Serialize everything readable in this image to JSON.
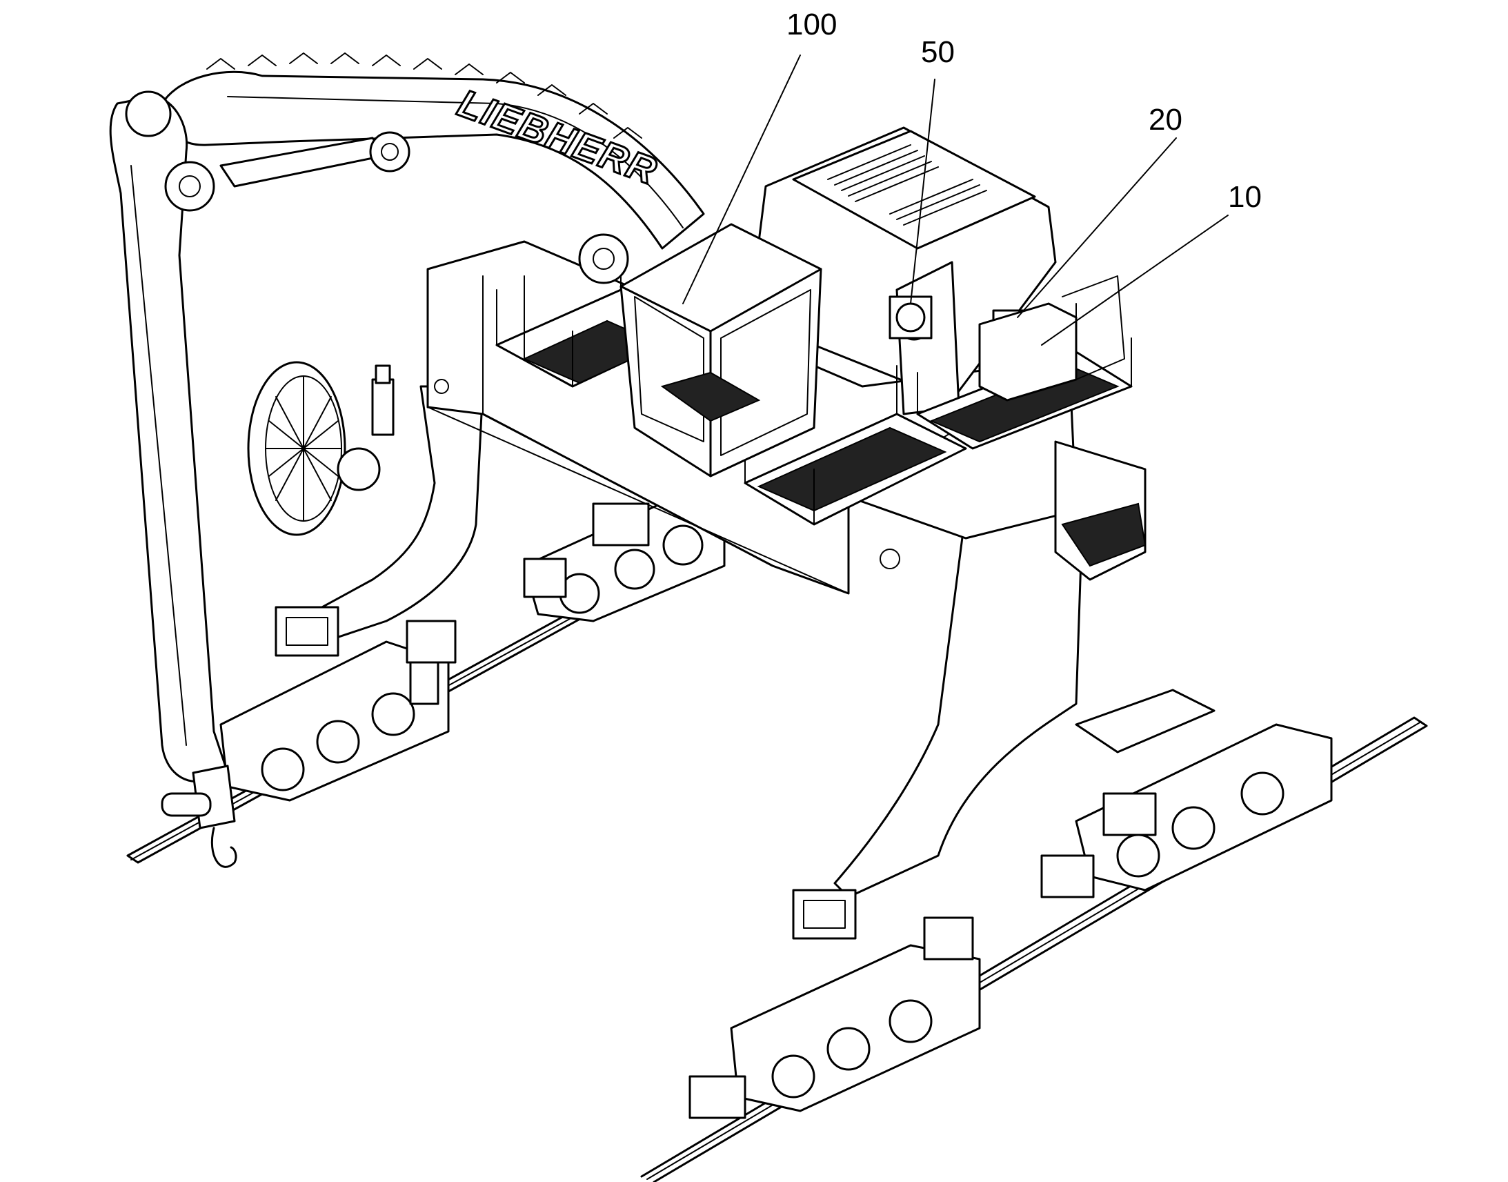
{
  "figure": {
    "brand_marking": "LIEBHERR",
    "reference_numerals": [
      {
        "id": "ref-100",
        "text": "100"
      },
      {
        "id": "ref-50",
        "text": "50"
      },
      {
        "id": "ref-20",
        "text": "20"
      },
      {
        "id": "ref-10",
        "text": "10"
      }
    ]
  },
  "colors": {
    "line": "#000000",
    "background": "#ffffff"
  }
}
